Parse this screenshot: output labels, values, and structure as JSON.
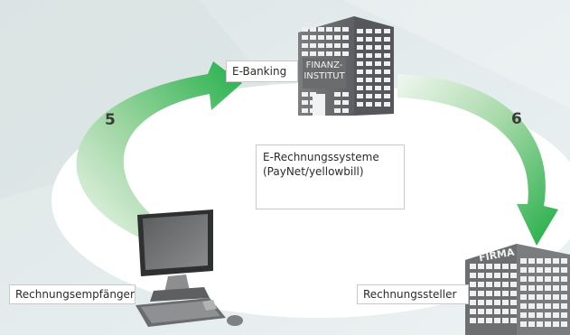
{
  "labels": {
    "ebanking": "E-Banking",
    "system_line1": "E-Rechnungssysteme",
    "system_line2": "(PayNet/yellowbill)",
    "recipient": "Rechnungsempfänger",
    "issuer": "Rechnungssteller",
    "bank_sign_line1": "FINANZ-",
    "bank_sign_line2": "INSTITUT",
    "company_sign": "FIRMA"
  },
  "steps": {
    "left": "5",
    "right": "6"
  },
  "colors": {
    "arrow_green": "#2db34a",
    "arrow_light": "#e7f4e7",
    "ellipse": "#ffffff",
    "background": "#dfe8ea",
    "building": "#6f7173",
    "monitor_screen": "#6a6c6e"
  }
}
